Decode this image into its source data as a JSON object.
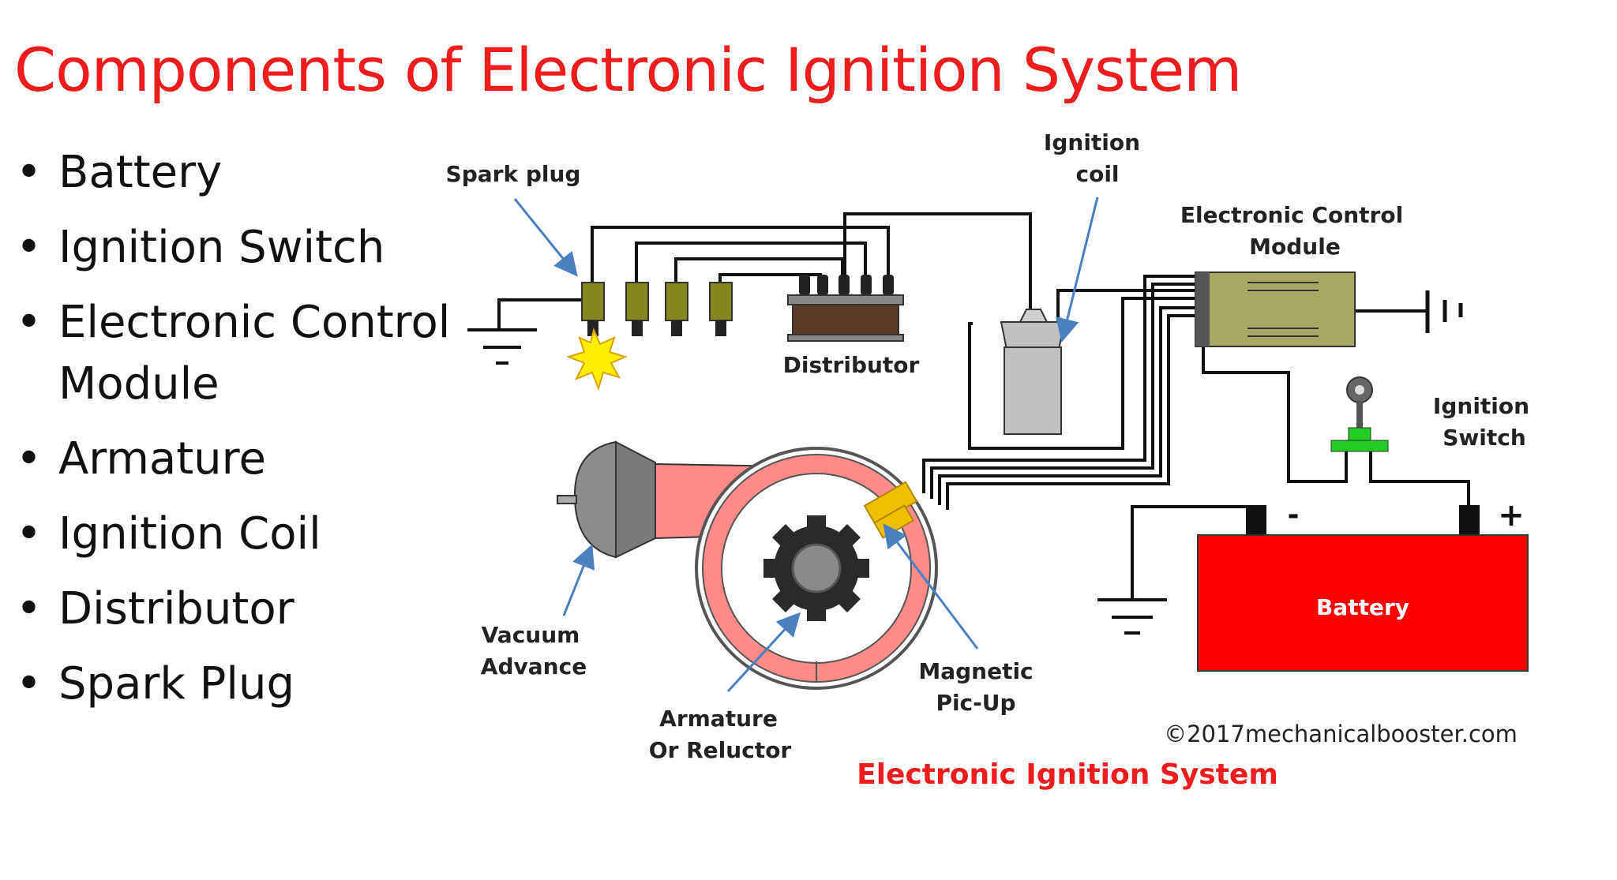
{
  "title": "Components of Electronic Ignition System",
  "components": [
    "Battery",
    "Ignition Switch",
    "Electronic Control Module",
    "Armature",
    "Ignition Coil",
    "Distributor",
    "Spark Plug"
  ],
  "labels": {
    "spark_plug": "Spark plug",
    "ignition_coil_1": "Ignition",
    "ignition_coil_2": "coil",
    "ecm_1": "Electronic Control",
    "ecm_2": "Module",
    "distributor": "Distributor",
    "ignition_switch_1": "Ignition",
    "ignition_switch_2": "Switch",
    "battery": "Battery",
    "battery_neg": "-",
    "battery_pos": "+",
    "vacuum_1": "Vacuum",
    "vacuum_2": "Advance",
    "armature_1": "Armature",
    "armature_2": "Or Reluctor",
    "pickup_1": "Magnetic",
    "pickup_2": "Pic-Up",
    "copyright": "©2017mechanicalbooster.com",
    "caption": "Electronic Ignition System"
  },
  "colors": {
    "title": "#ee1c1c",
    "battery": "#ff0000",
    "ecm": "#a8a862",
    "spark_plug": "#86861e",
    "distributor_cap": "#5a3a28",
    "coil": "#c0c0c0",
    "switch": "#22cc22",
    "pickup": "#f0c000",
    "pink": "#ff8a8a",
    "arrow": "#4a7fc0"
  }
}
